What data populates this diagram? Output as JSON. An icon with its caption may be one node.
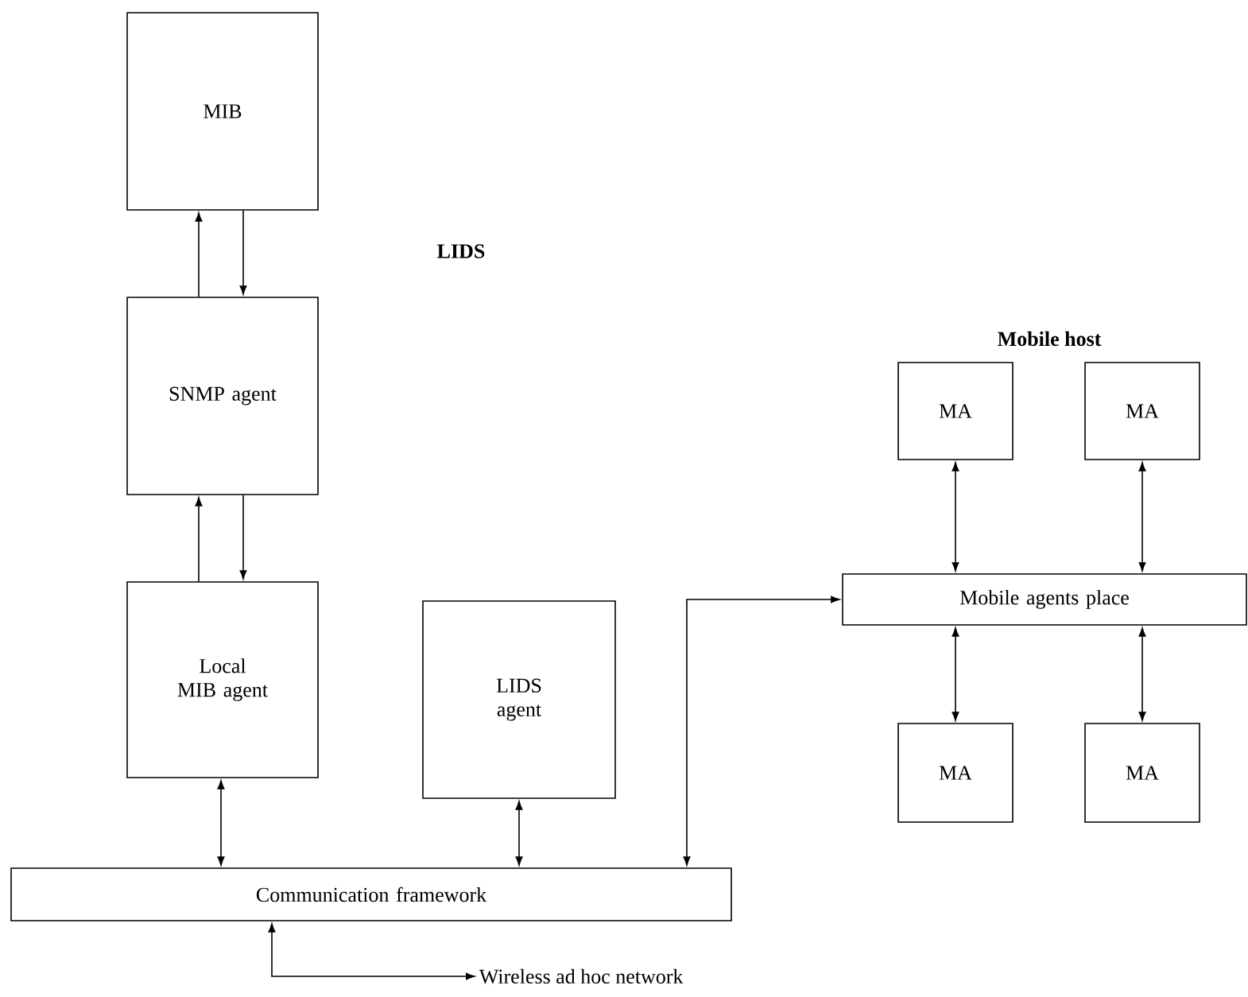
{
  "diagram": {
    "nodes": [
      {
        "text": [
          "MIB"
        ]
      },
      {
        "text": [
          "SNMP agent"
        ]
      },
      {
        "text": [
          "Local MIB agent"
        ]
      },
      {
        "text": [
          "LIDS agent"
        ]
      },
      {
        "text": [
          "Communication framework"
        ]
      },
      {
        "text": [
          "Mobile agents place"
        ]
      },
      {
        "text": [
          "MA"
        ]
      },
      {
        "text": [
          "MA"
        ]
      },
      {
        "text": [
          "MA"
        ]
      },
      {
        "text": [
          "MA"
        ]
      },
      {
        "text": [
          "Wireless ad hoc network"
        ]
      }
    ],
    "edges": [
      {
        "from": 1,
        "to": 0,
        "arrow": "to"
      },
      {
        "from": 0,
        "to": 1,
        "arrow": "to"
      },
      {
        "from": 2,
        "to": 1,
        "arrow": "to"
      },
      {
        "from": 1,
        "to": 2,
        "arrow": "to"
      },
      {
        "from": 2,
        "to": 4,
        "arrow": "both"
      },
      {
        "from": 3,
        "to": 4,
        "arrow": "both"
      },
      {
        "from": 4,
        "to": 5,
        "arrow": "both"
      },
      {
        "from": 6,
        "to": 5,
        "arrow": "both"
      },
      {
        "from": 7,
        "to": 5,
        "arrow": "both"
      },
      {
        "from": 5,
        "to": 8,
        "arrow": "both"
      },
      {
        "from": 5,
        "to": 9,
        "arrow": "both"
      },
      {
        "from": 4,
        "to": 10,
        "arrow": "both"
      }
    ],
    "labels": [
      "LIDS",
      "Mobile host"
    ]
  }
}
